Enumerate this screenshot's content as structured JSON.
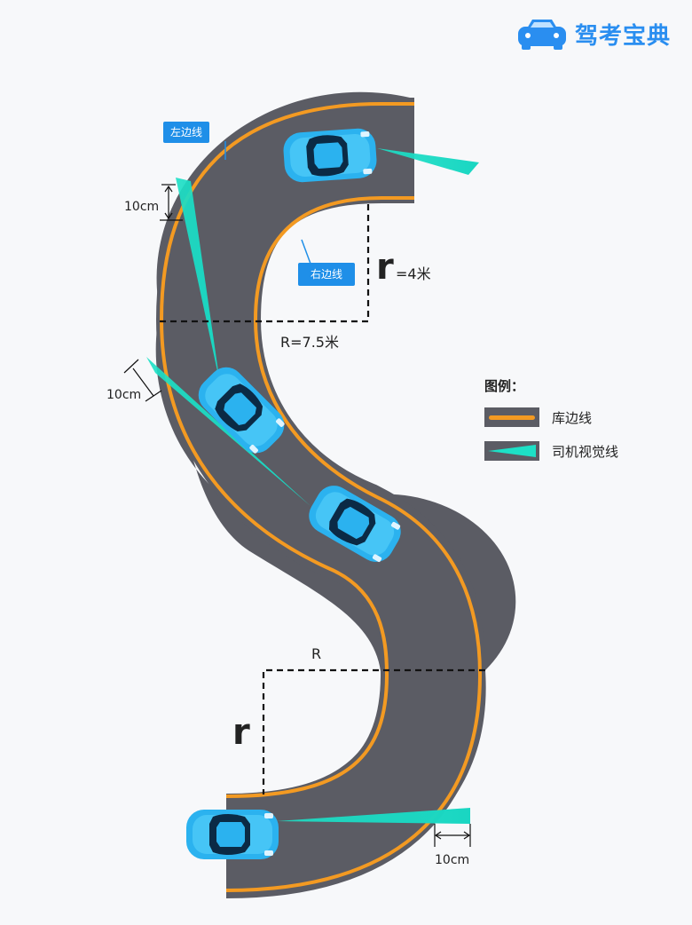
{
  "brand": {
    "name": "驾考宝典",
    "icon": "car-icon"
  },
  "labels": {
    "left_edge": "左边线",
    "right_edge": "右边线",
    "small_r": "r",
    "small_r_value": "=4米",
    "big_r_value": "R=7.5米",
    "big_R": "R",
    "gap_top": "10cm",
    "gap_mid": "10cm",
    "gap_bottom": "10cm"
  },
  "legend": {
    "title": "图例：",
    "edge_line": "库边线",
    "sight_line": "司机视觉线"
  },
  "colors": {
    "road": "#5b5c64",
    "edge_line": "#f39a22",
    "sight_line": "#1de0c6",
    "car": "#2bb2ef",
    "tag": "#1f8fe8",
    "brand": "#2a8ef0"
  }
}
